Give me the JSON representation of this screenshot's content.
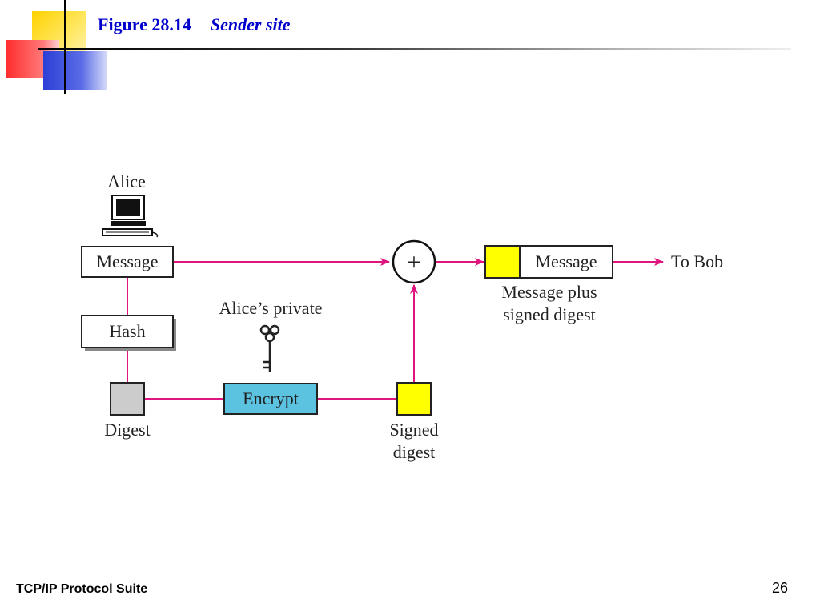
{
  "header": {
    "figure_number": "Figure 28.14",
    "figure_title": "Sender site"
  },
  "diagram": {
    "alice_label": "Alice",
    "message_label": "Message",
    "hash_label": "Hash",
    "digest_label": "Digest",
    "encrypt_label": "Encrypt",
    "key_label": "Alice’s private",
    "signed_label_1": "Signed",
    "signed_label_2": "digest",
    "plus_symbol": "+",
    "output_message_label": "Message",
    "output_caption_1": "Message plus",
    "output_caption_2": "signed digest",
    "to_bob_label": "To Bob"
  },
  "colors": {
    "arrow": "#e0147e",
    "encrypt_fill": "#5bc2e0",
    "signed_fill": "#ffff00",
    "digest_fill": "#cccccc",
    "title": "#0000cc"
  },
  "footer": {
    "left": "TCP/IP Protocol Suite",
    "page_number": "26"
  }
}
